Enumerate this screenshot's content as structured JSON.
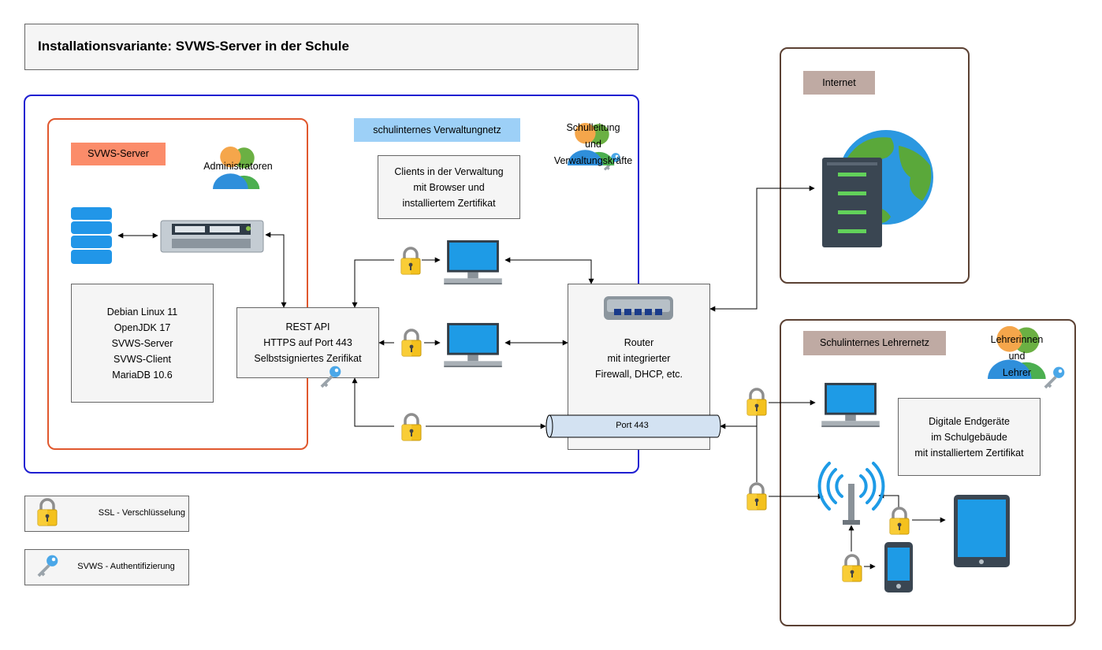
{
  "title": "Installationsvariante: SVWS-Server in der Schule",
  "zones": {
    "server": "SVWS-Server",
    "admin_net": "schulinternes Verwaltungnetz",
    "internet": "Internet",
    "teacher_net": "Schulinternes Lehrernetz"
  },
  "roles": {
    "admins": "Administratoren",
    "leadership": [
      "Schulleitung",
      "und",
      "Verwaltungskräfte"
    ],
    "teachers": [
      "Lehrerinnen",
      "und",
      "Lehrer"
    ]
  },
  "boxes": {
    "clients": [
      "Clients in der Verwaltung",
      "mit Browser und",
      "installiertem Zertifikat"
    ],
    "server_info": [
      "Debian Linux 11",
      "OpenJDK 17",
      "SVWS-Server",
      "SVWS-Client",
      "MariaDB 10.6"
    ],
    "rest_api": [
      "REST API",
      "HTTPS auf Port 443",
      "Selbstsigniertes Zerifikat"
    ],
    "router": [
      "Router",
      "mit integrierter",
      "Firewall, DHCP, etc."
    ],
    "devices": [
      "Digitale Endgeräte",
      "im Schulgebäude",
      "mit installiertem Zertifikat"
    ],
    "port": "Port 443"
  },
  "legend": {
    "ssl": "SSL - Verschlüsselung",
    "auth": "SVWS - Authentifizierung"
  },
  "colors": {
    "admin_border": "#1f1fd1",
    "server_border": "#e0582e",
    "zone_border": "#5b4133"
  },
  "icons": [
    "database-icon",
    "server-rack-icon",
    "monitor-icon",
    "padlock-icon",
    "key-icon",
    "users-icon",
    "router-icon",
    "globe-server-icon",
    "wifi-antenna-icon",
    "tablet-icon",
    "smartphone-icon"
  ]
}
